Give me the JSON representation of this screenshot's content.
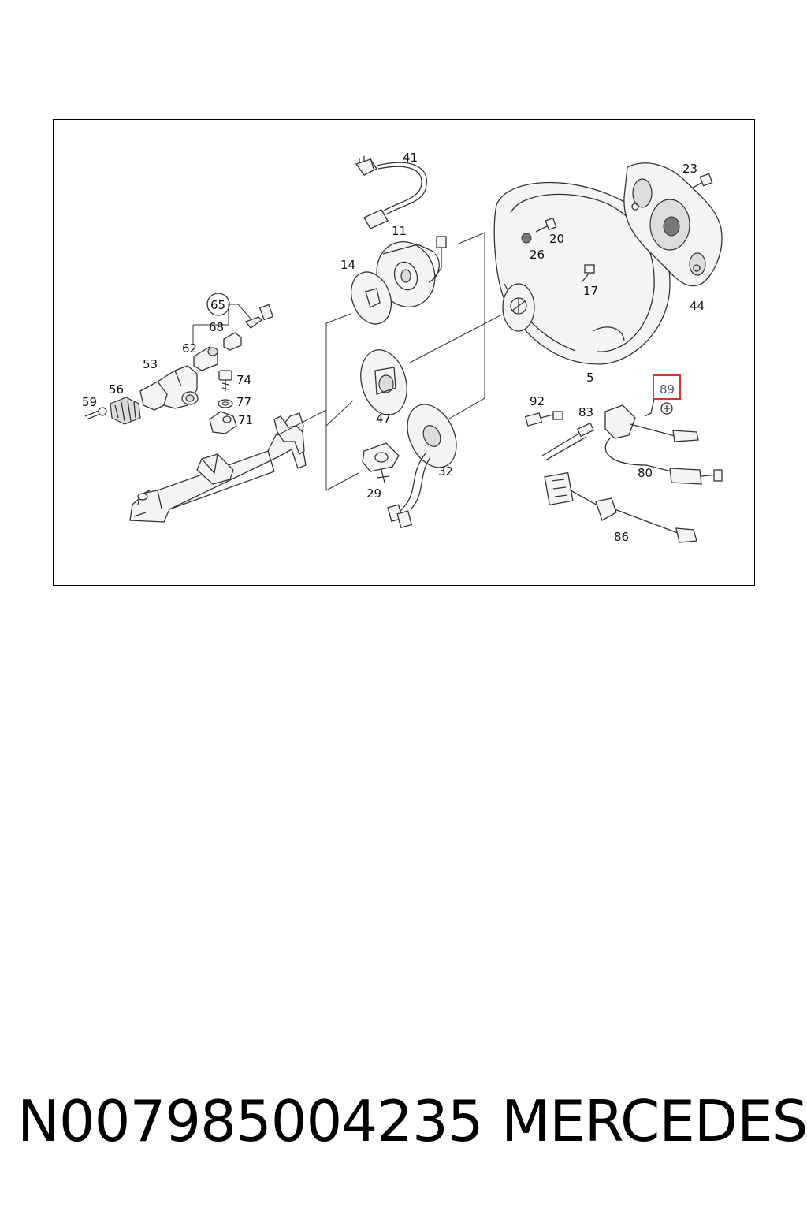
{
  "diagram": {
    "callouts": [
      {
        "id": "c41",
        "text": "41"
      },
      {
        "id": "c11",
        "text": "11"
      },
      {
        "id": "c14",
        "text": "14"
      },
      {
        "id": "c20",
        "text": "20"
      },
      {
        "id": "c26",
        "text": "26"
      },
      {
        "id": "c17",
        "text": "17"
      },
      {
        "id": "c23",
        "text": "23"
      },
      {
        "id": "c44",
        "text": "44"
      },
      {
        "id": "c65",
        "text": "65"
      },
      {
        "id": "c68",
        "text": "68"
      },
      {
        "id": "c62",
        "text": "62"
      },
      {
        "id": "c53",
        "text": "53"
      },
      {
        "id": "c74",
        "text": "74"
      },
      {
        "id": "c77",
        "text": "77"
      },
      {
        "id": "c71",
        "text": "71"
      },
      {
        "id": "c56",
        "text": "56"
      },
      {
        "id": "c59",
        "text": "59"
      },
      {
        "id": "c47",
        "text": "47"
      },
      {
        "id": "c5",
        "text": "5"
      },
      {
        "id": "c89",
        "text": "89"
      },
      {
        "id": "c92",
        "text": "92"
      },
      {
        "id": "c83",
        "text": "83"
      },
      {
        "id": "c32",
        "text": "32"
      },
      {
        "id": "c29",
        "text": "29"
      },
      {
        "id": "c80",
        "text": "80"
      },
      {
        "id": "c86",
        "text": "86"
      }
    ],
    "highlight_color": "#e03030"
  },
  "footer": {
    "part_number": "N007985004235",
    "brand": "MERCEDES"
  }
}
